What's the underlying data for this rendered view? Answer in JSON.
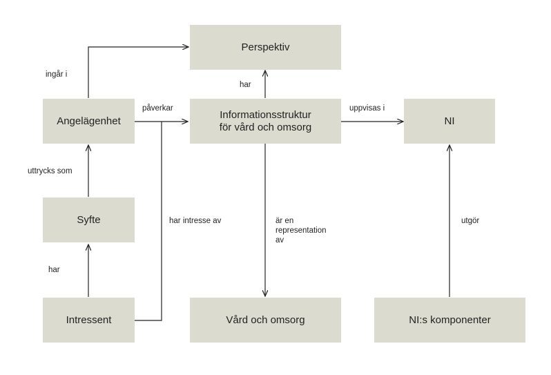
{
  "nodes": {
    "perspektiv": "Perspektiv",
    "angelagenhet": "Angelägenhet",
    "informationsstruktur": "Informationsstruktur\nför vård och omsorg",
    "ni": "NI",
    "syfte": "Syfte",
    "intressent": "Intressent",
    "vard_och_omsorg": "Vård och omsorg",
    "ni_komponenter": "NI:s komponenter"
  },
  "edges": {
    "ingar_i": "ingår i",
    "paverkar": "påverkar",
    "har_perspektiv": "har",
    "uppvisas_i": "uppvisas i",
    "uttrycks_som": "uttrycks som",
    "har_intresse_av": "har intresse av",
    "ar_en_representation_av": "är en\nrepresentation\nav",
    "utgor": "utgör",
    "har_syfte": "har"
  },
  "colors": {
    "box_fill": "#dcdbcf",
    "line": "#222222"
  }
}
